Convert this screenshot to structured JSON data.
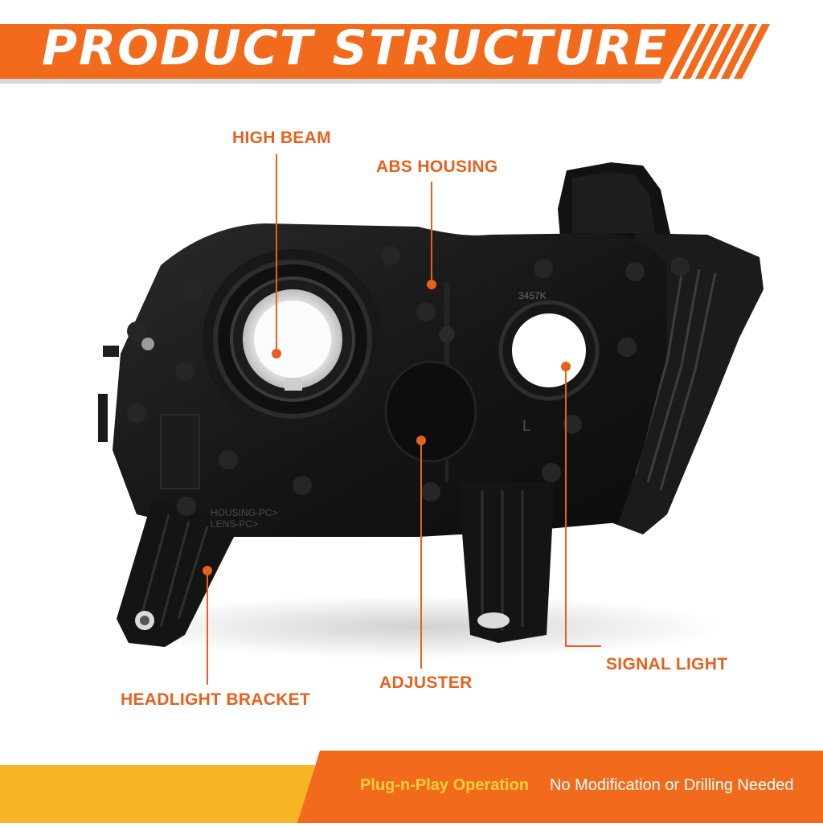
{
  "header": {
    "title": "PRODUCT STRUCTURE"
  },
  "callouts": {
    "high_beam": "HIGH BEAM",
    "abs_housing": "ABS HOUSING",
    "adjuster": "ADJUSTER",
    "signal_light": "SIGNAL LIGHT",
    "headlight_bracket": "HEADLIGHT BRACKET"
  },
  "housing_marks": {
    "part_code": "3457K",
    "side_mark": "L",
    "material_top": "HOUSING-PC>",
    "material_bottom": "LENS-PC>"
  },
  "footer": {
    "accent_text": "Plug-n-Play Operation",
    "plain_text": "No Modification or Drilling Needed"
  },
  "colors": {
    "orange": "#f26b1d",
    "label_orange": "#e8601c",
    "yellow": "#f7b423",
    "housing_black": "#151515"
  }
}
